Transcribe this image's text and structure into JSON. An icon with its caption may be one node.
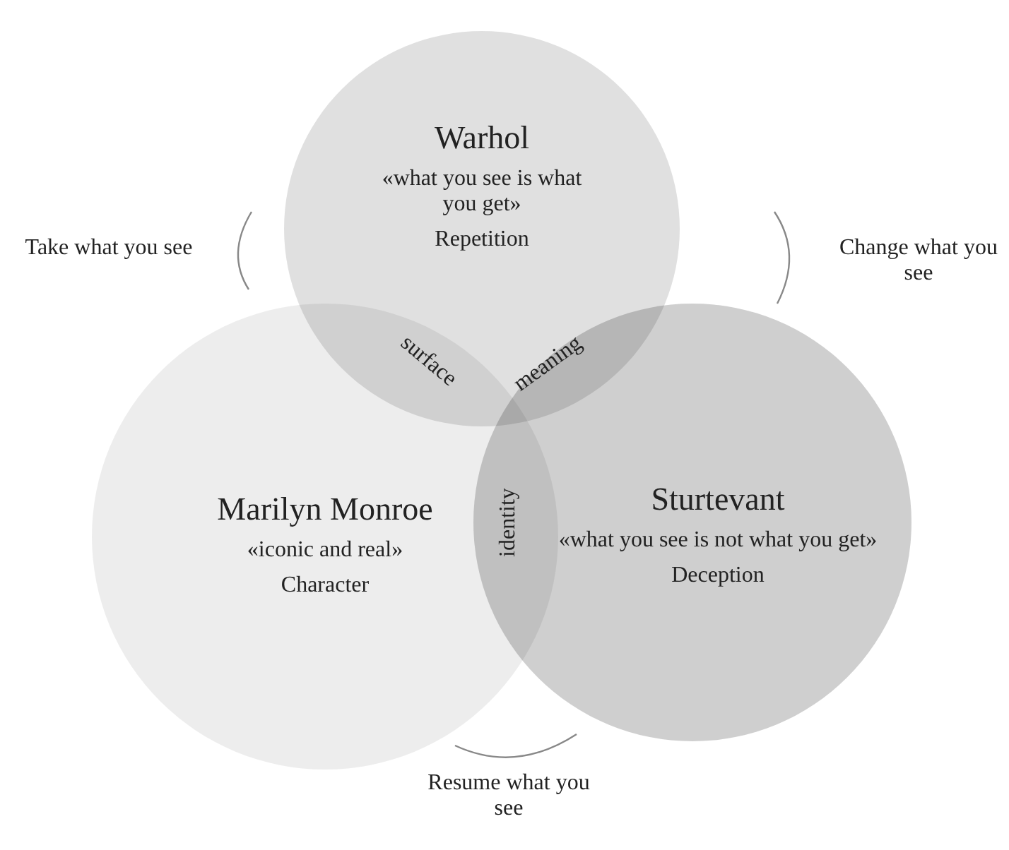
{
  "diagram": {
    "nodes": [
      {
        "text": [
          "Warhol",
          "«what you see is what you get»",
          "Repetition"
        ]
      },
      {
        "text": [
          "Marilyn Monroe",
          "«iconic and real»",
          "Character"
        ]
      },
      {
        "text": [
          "Sturtevant",
          "«what you see is not what you get»",
          "Deception"
        ]
      }
    ],
    "labels": [
      "Take what you see",
      "Change what you see",
      "surface",
      "meaning",
      "identity",
      "Resume what you see"
    ]
  }
}
